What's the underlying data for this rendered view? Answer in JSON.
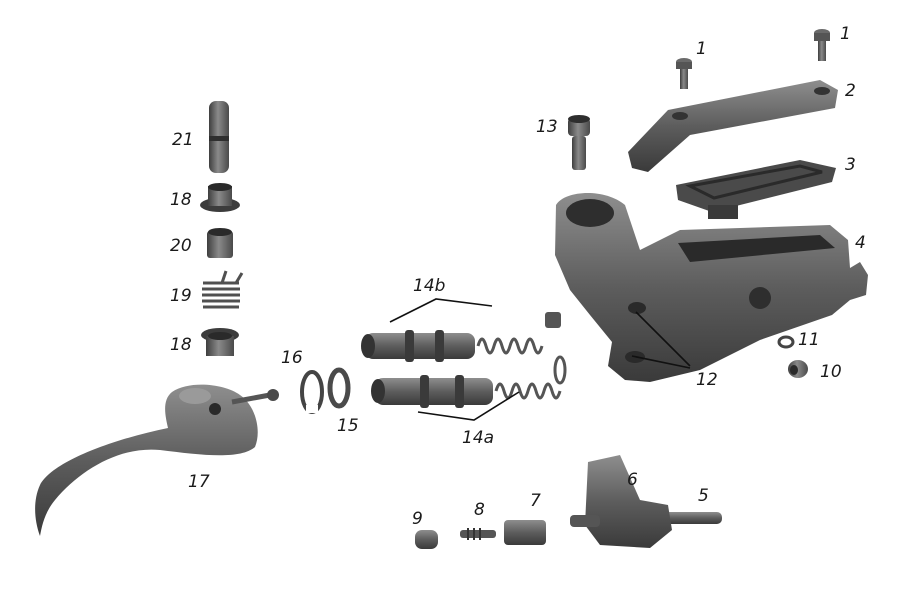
{
  "diagram": {
    "type": "exploded-parts-view",
    "subject": "hydraulic brake lever assembly",
    "colors": {
      "part_fill": "#5d5d5d",
      "part_dark": "#3a3a3a",
      "part_light": "#8e8e8e",
      "label": "#1b1b1b",
      "background": "#ffffff"
    },
    "callouts": [
      {
        "id": "c1a",
        "label": "1"
      },
      {
        "id": "c1b",
        "label": "1"
      },
      {
        "id": "c2",
        "label": "2"
      },
      {
        "id": "c3",
        "label": "3"
      },
      {
        "id": "c4",
        "label": "4"
      },
      {
        "id": "c5",
        "label": "5"
      },
      {
        "id": "c6",
        "label": "6"
      },
      {
        "id": "c7",
        "label": "7"
      },
      {
        "id": "c8",
        "label": "8"
      },
      {
        "id": "c9",
        "label": "9"
      },
      {
        "id": "c10",
        "label": "10"
      },
      {
        "id": "c11",
        "label": "11"
      },
      {
        "id": "c12",
        "label": "12"
      },
      {
        "id": "c13",
        "label": "13"
      },
      {
        "id": "c14a",
        "label": "14a"
      },
      {
        "id": "c14b",
        "label": "14b"
      },
      {
        "id": "c15",
        "label": "15"
      },
      {
        "id": "c16",
        "label": "16"
      },
      {
        "id": "c17",
        "label": "17"
      },
      {
        "id": "c18a",
        "label": "18"
      },
      {
        "id": "c18b",
        "label": "18"
      },
      {
        "id": "c19",
        "label": "19"
      },
      {
        "id": "c20",
        "label": "20"
      },
      {
        "id": "c21",
        "label": "21"
      }
    ]
  }
}
